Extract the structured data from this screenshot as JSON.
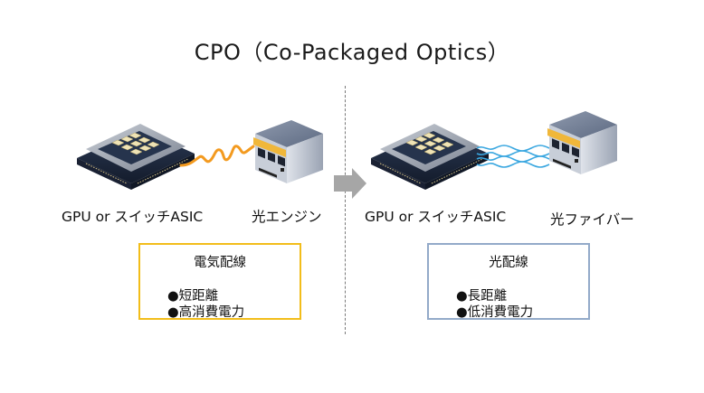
{
  "title": "CPO（Co-Packaged Optics）",
  "colors": {
    "electrical_box_border": "#f2bd1a",
    "optical_box_border": "#93aac9",
    "copper_wire": "#f39a1f",
    "fiber": "#3aa7e0",
    "arrow": "#a6a6a6",
    "divider": "#7a7a7a"
  },
  "left_panel": {
    "chip_label": "GPU or スイッチASIC",
    "module_label": "光エンジン",
    "connection": "electrical-wire",
    "box": {
      "title": "電気配線",
      "items": [
        "●短距離",
        "●高消費電力"
      ]
    }
  },
  "right_panel": {
    "chip_label": "GPU or スイッチASIC",
    "module_label": "光ファイバー",
    "connection": "optical-fibers",
    "box": {
      "title": "光配線",
      "items": [
        "●長距離",
        "●低消費電力"
      ]
    }
  },
  "icons": {
    "chip": "processor-chip-icon",
    "module": "optical-module-icon",
    "arrow": "right-arrow-icon"
  }
}
